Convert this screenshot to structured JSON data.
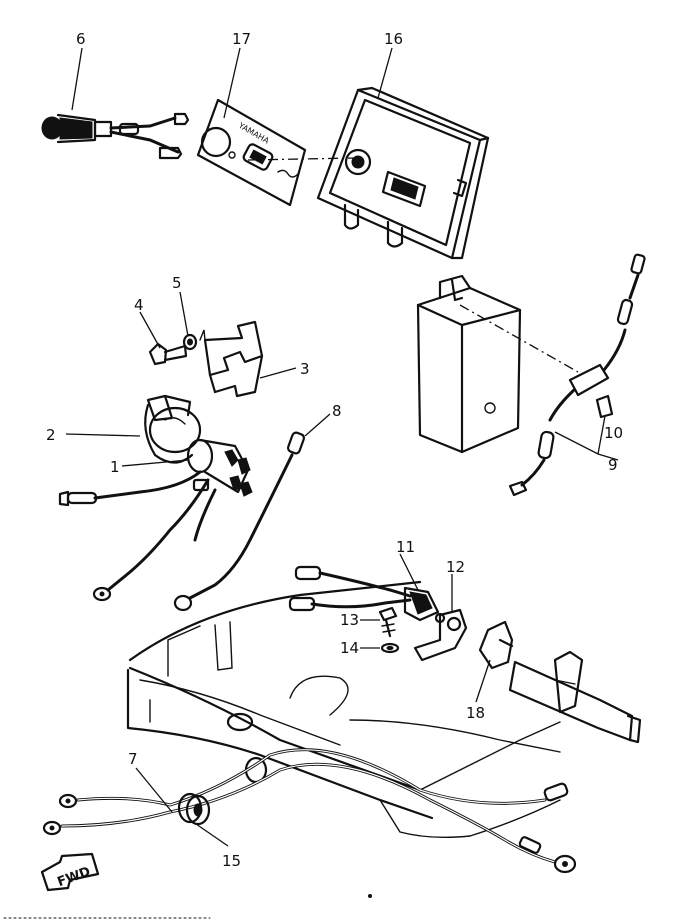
{
  "diagram": {
    "callouts": [
      "1",
      "2",
      "3",
      "4",
      "5",
      "6",
      "7",
      "8",
      "9",
      "10",
      "11",
      "12",
      "13",
      "14",
      "15",
      "16",
      "17",
      "18"
    ],
    "brand_text": "YAMAHA",
    "fwd_label": "FWD"
  }
}
